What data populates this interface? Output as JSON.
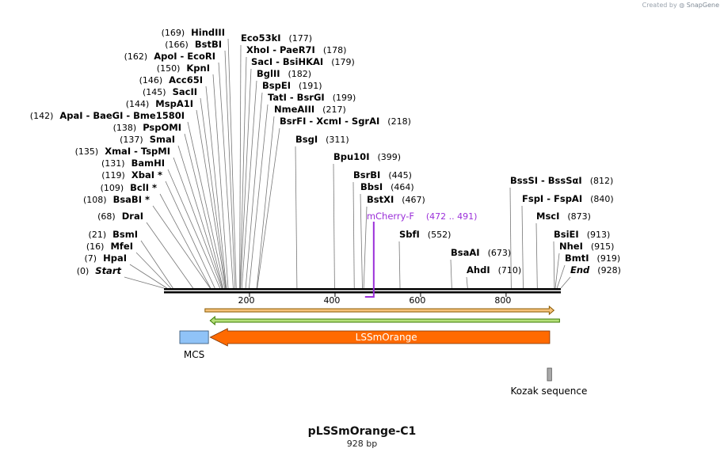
{
  "header": {
    "created_by": "Created by",
    "brand": "SnapGene"
  },
  "plasmid": {
    "name": "pLSSmOrange-C1",
    "length_label": "928 bp",
    "length": 928
  },
  "axis": {
    "ticks": [
      200,
      400,
      600,
      800
    ]
  },
  "colors": {
    "backbone": "#000000",
    "primer": "#9b30d9",
    "orange_arrow": "#ff6a00",
    "mcs": "#90c3f7",
    "kozak": "#a9a9a9",
    "orf_top_fill": "#f5c27a",
    "orf_bottom_fill": "#b5e07a"
  },
  "enzymes": [
    {
      "name": "Start",
      "italic": true,
      "pos": 0,
      "pos_label": "(0)",
      "side": "left"
    },
    {
      "name": "HpaI",
      "pos": 7,
      "pos_label": "(7)",
      "side": "left"
    },
    {
      "name": "MfeI",
      "pos": 16,
      "pos_label": "(16)",
      "side": "left"
    },
    {
      "name": "BsmI",
      "pos": 21,
      "pos_label": "(21)",
      "side": "left"
    },
    {
      "name": "DraI",
      "pos": 68,
      "pos_label": "(68)",
      "side": "left"
    },
    {
      "name": "BsaBI *",
      "pos": 108,
      "pos_label": "(108)",
      "side": "left"
    },
    {
      "name": "BclI *",
      "pos": 109,
      "pos_label": "(109)",
      "side": "left"
    },
    {
      "name": "XbaI *",
      "pos": 119,
      "pos_label": "(119)",
      "side": "left"
    },
    {
      "name": "BamHI",
      "pos": 131,
      "pos_label": "(131)",
      "side": "left"
    },
    {
      "name": "XmaI  - TspMI",
      "pos": 135,
      "pos_label": "(135)",
      "side": "left"
    },
    {
      "name": "SmaI",
      "pos": 137,
      "pos_label": "(137)",
      "side": "left"
    },
    {
      "name": "PspOMI",
      "pos": 138,
      "pos_label": "(138)",
      "side": "left"
    },
    {
      "name": "ApaI  - BaeGI  - Bme1580I",
      "pos": 142,
      "pos_label": "(142)",
      "side": "left"
    },
    {
      "name": "MspA1I",
      "pos": 144,
      "pos_label": "(144)",
      "side": "left"
    },
    {
      "name": "SacII",
      "pos": 145,
      "pos_label": "(145)",
      "side": "left"
    },
    {
      "name": "Acc65I",
      "pos": 146,
      "pos_label": "(146)",
      "side": "left"
    },
    {
      "name": "KpnI",
      "pos": 150,
      "pos_label": "(150)",
      "side": "left"
    },
    {
      "name": "ApoI  - EcoRI",
      "pos": 162,
      "pos_label": "(162)",
      "side": "left"
    },
    {
      "name": "BstBI",
      "pos": 166,
      "pos_label": "(166)",
      "side": "left"
    },
    {
      "name": "HindIII",
      "pos": 169,
      "pos_label": "(169)",
      "side": "left"
    },
    {
      "name": "Eco53kI",
      "pos": 177,
      "pos_label": "(177)",
      "side": "right"
    },
    {
      "name": "XhoI  - PaeR7I",
      "pos": 178,
      "pos_label": "(178)",
      "side": "right"
    },
    {
      "name": "SacI  - BsiHKAI",
      "pos": 179,
      "pos_label": "(179)",
      "side": "right"
    },
    {
      "name": "BglII",
      "pos": 182,
      "pos_label": "(182)",
      "side": "right"
    },
    {
      "name": "BspEI",
      "pos": 191,
      "pos_label": "(191)",
      "side": "right"
    },
    {
      "name": "TatI  - BsrGI",
      "pos": 199,
      "pos_label": "(199)",
      "side": "right"
    },
    {
      "name": "NmeAIII",
      "pos": 217,
      "pos_label": "(217)",
      "side": "right"
    },
    {
      "name": "BsrFI  - XcmI  - SgrAI",
      "pos": 218,
      "pos_label": "(218)",
      "side": "right"
    },
    {
      "name": "BsgI",
      "pos": 311,
      "pos_label": "(311)",
      "side": "right"
    },
    {
      "name": "Bpu10I",
      "pos": 399,
      "pos_label": "(399)",
      "side": "right"
    },
    {
      "name": "BsrBI",
      "pos": 445,
      "pos_label": "(445)",
      "side": "right"
    },
    {
      "name": "BbsI",
      "pos": 464,
      "pos_label": "(464)",
      "side": "right"
    },
    {
      "name": "BstXI",
      "pos": 467,
      "pos_label": "(467)",
      "side": "right"
    },
    {
      "name": "SbfI",
      "pos": 552,
      "pos_label": "(552)",
      "side": "right"
    },
    {
      "name": "BsaAI",
      "pos": 673,
      "pos_label": "(673)",
      "side": "right"
    },
    {
      "name": "AhdI",
      "pos": 710,
      "pos_label": "(710)",
      "side": "right"
    },
    {
      "name": "BssSI  - BssSαI",
      "pos": 812,
      "pos_label": "(812)",
      "side": "right"
    },
    {
      "name": "FspI  - FspAI",
      "pos": 840,
      "pos_label": "(840)",
      "side": "right"
    },
    {
      "name": "MscI",
      "pos": 873,
      "pos_label": "(873)",
      "side": "right"
    },
    {
      "name": "BsiEI",
      "pos": 913,
      "pos_label": "(913)",
      "side": "right"
    },
    {
      "name": "NheI",
      "pos": 915,
      "pos_label": "(915)",
      "side": "right"
    },
    {
      "name": "BmtI",
      "pos": 919,
      "pos_label": "(919)",
      "side": "right"
    },
    {
      "name": "End",
      "italic": true,
      "pos": 928,
      "pos_label": "(928)",
      "side": "right"
    }
  ],
  "primer": {
    "name": "mCherry-F",
    "range_label": "(472 .. 491)",
    "start": 472,
    "end": 491
  },
  "features": [
    {
      "name": "LSSmOrange",
      "type": "arrow-left",
      "start": 108,
      "end": 902
    },
    {
      "name": "MCS",
      "type": "box",
      "start": 37,
      "end": 104
    },
    {
      "name": "Kozak sequence",
      "type": "box",
      "start": 902,
      "end": 912
    }
  ],
  "orfs": [
    {
      "direction": "forward",
      "start": 96,
      "end": 912
    },
    {
      "direction": "reverse",
      "start": 108,
      "end": 925
    }
  ]
}
